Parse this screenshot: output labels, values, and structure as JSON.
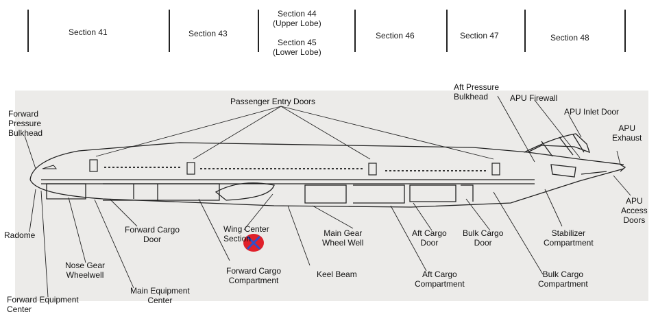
{
  "sections": [
    {
      "id": "s41",
      "lines": [
        "Section 41"
      ]
    },
    {
      "id": "s43",
      "lines": [
        "Section 43"
      ]
    },
    {
      "id": "s44",
      "lines": [
        "Section 44",
        "(Upper Lobe)"
      ]
    },
    {
      "id": "s45",
      "lines": [
        "Section 45",
        "(Lower Lobe)"
      ]
    },
    {
      "id": "s46",
      "lines": [
        "Section 46"
      ]
    },
    {
      "id": "s47",
      "lines": [
        "Section 47"
      ]
    },
    {
      "id": "s48",
      "lines": [
        "Section 48"
      ]
    }
  ],
  "labels": {
    "passenger_entry_doors": "Passenger Entry Doors",
    "aft_pressure_bulkhead": [
      "Aft Pressure",
      "Bulkhead"
    ],
    "apu_firewall": "APU Firewall",
    "apu_inlet_door": "APU Inlet Door",
    "apu_exhaust": [
      "APU",
      "Exhaust"
    ],
    "forward_pressure_bulkhead": [
      "Forward",
      "Pressure",
      "Bulkhead"
    ],
    "radome": "Radome",
    "forward_cargo_door": [
      "Forward Cargo",
      "Door"
    ],
    "wing_center_section": [
      "Wing Center",
      "Section"
    ],
    "main_gear_wheel_well": [
      "Main Gear",
      "Wheel Well"
    ],
    "aft_cargo_door": [
      "Aft Cargo",
      "Door"
    ],
    "bulk_cargo_door": [
      "Bulk Cargo",
      "Door"
    ],
    "stabilizer_compartment": [
      "Stabilizer",
      "Compartment"
    ],
    "apu_access_doors": [
      "APU",
      "Access",
      "Doors"
    ],
    "nose_gear_wheelwell": [
      "Nose Gear",
      "Wheelwell"
    ],
    "main_equipment_center": [
      "Main Equipment",
      "Center"
    ],
    "forward_cargo_compartment": [
      "Forward Cargo",
      "Compartment"
    ],
    "keel_beam": "Keel Beam",
    "aft_cargo_compartment": [
      "Aft Cargo",
      "Compartment"
    ],
    "bulk_cargo_compartment": [
      "Bulk Cargo",
      "Compartment"
    ],
    "forward_equipment_center": [
      "Forward Equipment",
      "Center"
    ]
  },
  "colors": {
    "marker_fill": "#e0202a",
    "marker_cross": "#3050c8",
    "line": "#222222",
    "panel": "#ecebe9"
  },
  "icons": [
    "cross-marker-icon"
  ]
}
